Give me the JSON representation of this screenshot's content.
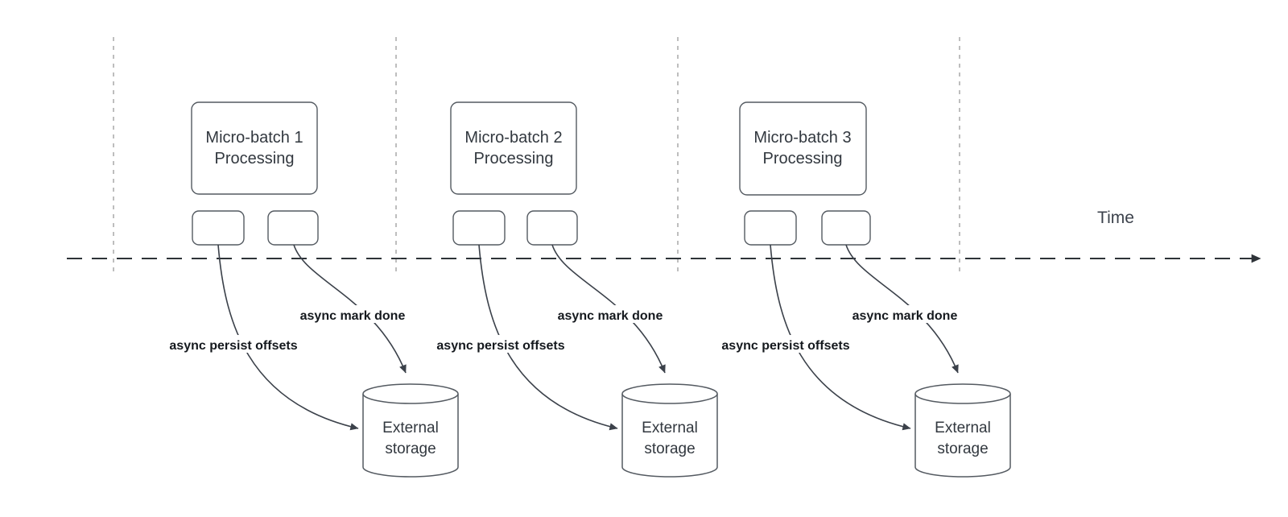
{
  "diagram": {
    "time_label": "Time",
    "sections": [
      {
        "box_line1": "Micro-batch 1",
        "box_line2": "Processing",
        "persist_label": "async persist offsets",
        "mark_done_label": "async mark done",
        "storage_line1": "External",
        "storage_line2": "storage"
      },
      {
        "box_line1": "Micro-batch 2",
        "box_line2": "Processing",
        "persist_label": "async persist offsets",
        "mark_done_label": "async mark done",
        "storage_line1": "External",
        "storage_line2": "storage"
      },
      {
        "box_line1": "Micro-batch 3",
        "box_line2": "Processing",
        "persist_label": "async persist offsets",
        "mark_done_label": "async mark done",
        "storage_line1": "External",
        "storage_line2": "storage"
      }
    ],
    "colors": {
      "background": "#ffffff",
      "shape_stroke": "#545a61",
      "shape_text": "#32383f",
      "guide_line": "#a9a9a9",
      "axis_line": "#2e3338",
      "arrow_line": "#3b414a",
      "label_text": "#15191e",
      "time_text": "#3c424c"
    }
  }
}
